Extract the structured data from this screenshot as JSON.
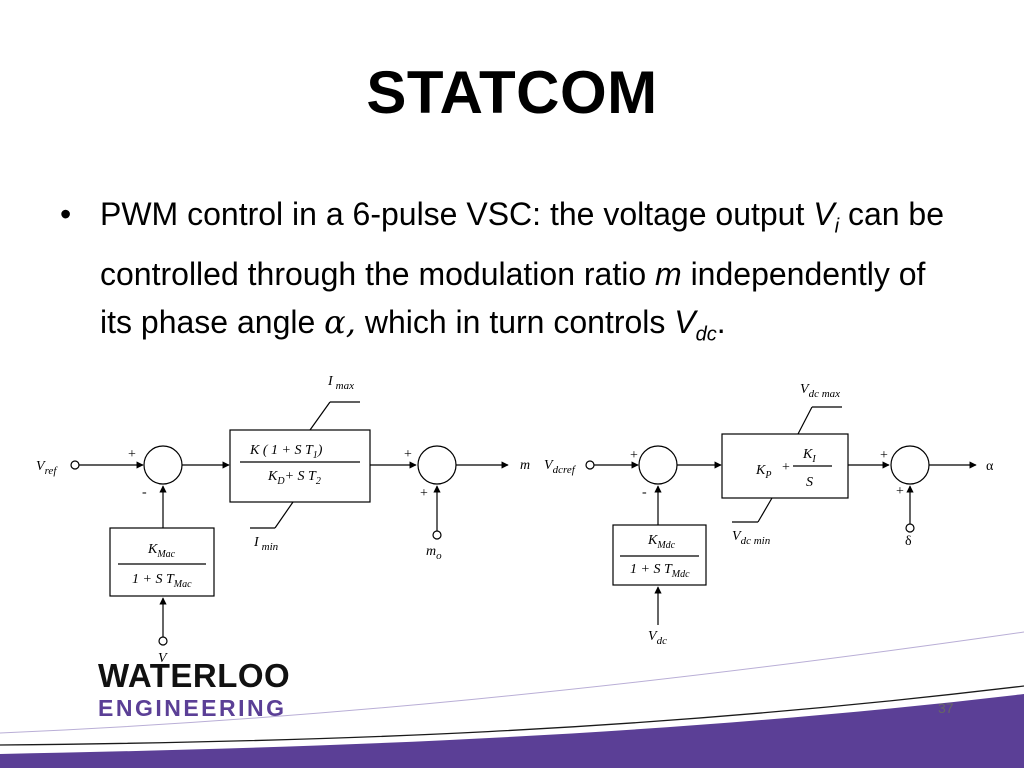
{
  "slide": {
    "title": "STATCOM",
    "bullet": {
      "marker": "•",
      "text_1": "PWM control in a 6-pulse VSC: the voltage output ",
      "var_v": "V",
      "var_v_sub": "i",
      "text_2": " can be controlled through the modulation ratio ",
      "var_m": "m",
      "text_3": " independently of its phase angle ",
      "var_alpha": "α,",
      "text_4": " which in turn controls ",
      "var_vdc": "V",
      "var_vdc_sub": "dc",
      "text_5": "."
    },
    "page_number": "37"
  },
  "diagram_left": {
    "input_v": "V",
    "input_v_sub": "ref",
    "sum1_plus": "+",
    "sum1_minus": "-",
    "pi_num_a": "K  ( 1 + S T",
    "pi_num_sub": "1",
    "pi_num_b": ")",
    "pi_den_a": "K",
    "pi_den_sub": "D",
    "pi_den_b": "+ S T",
    "pi_den_sub2": "2",
    "limit_max": "I",
    "limit_max_sub": "max",
    "limit_min": "I",
    "limit_min_sub": "min",
    "sum2_plus_top": "+",
    "sum2_plus_bottom": "+",
    "output": "m",
    "offset": "m",
    "offset_sub": "o",
    "fb_num": "K",
    "fb_num_sub": "Mac",
    "fb_den": "1 + S T",
    "fb_den_sub": "Mac",
    "fb_input": "V"
  },
  "diagram_right": {
    "input_v": "V",
    "input_v_sub": "dcref",
    "sum1_plus": "+",
    "sum1_minus": "-",
    "pi_kp": "K",
    "pi_kp_sub": "P",
    "pi_plus": "+",
    "pi_ki": "K",
    "pi_ki_sub": "I",
    "pi_s": "S",
    "limit_max": "V",
    "limit_max_sub": "dc max",
    "limit_min": "V",
    "limit_min_sub": "dc min",
    "sum2_plus_top": "+",
    "sum2_plus_bottom": "+",
    "output": "α",
    "offset": "δ",
    "fb_num": "K",
    "fb_num_sub": "Mdc",
    "fb_den": "1 + S T",
    "fb_den_sub": "Mdc",
    "fb_input": "V",
    "fb_input_sub": "dc"
  },
  "logo": {
    "line1": "WATERLOO",
    "line2": "ENGINEERING",
    "accent_color": "#5b3f96"
  }
}
